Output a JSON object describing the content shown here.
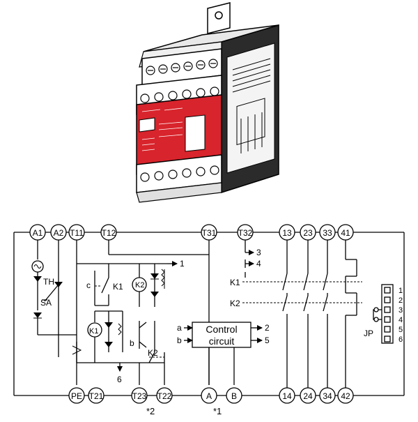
{
  "top_terminals": [
    "A1",
    "A2",
    "T11",
    "T12",
    "T31",
    "T32",
    "13",
    "23",
    "33",
    "41"
  ],
  "bottom_terminals": [
    "PE",
    "T21",
    "T23",
    "T22",
    "A",
    "B",
    "14",
    "24",
    "34",
    "42"
  ],
  "left_labels": {
    "thermistor": "TH",
    "surge_absorber": "SA"
  },
  "relay_labels": {
    "k1": "K1",
    "k2": "K2",
    "contact_c": "c",
    "contact_b": "b"
  },
  "control_circuit": {
    "line1": "Control",
    "line2": "circuit",
    "in_a": "a",
    "in_b": "b",
    "out_2": "2",
    "out_5": "5"
  },
  "arrow_labels": {
    "one": "1",
    "three": "3",
    "four": "4",
    "six": "6"
  },
  "contact_labels": {
    "k1": "K1",
    "k2": "K2"
  },
  "jumper": {
    "label": "JP",
    "pins": [
      "1",
      "2",
      "3",
      "4",
      "5",
      "6"
    ]
  },
  "notes": {
    "n2": "*2",
    "n1": "*1"
  },
  "colors": {
    "housing_red": "#d8242c",
    "line": "#000000"
  }
}
